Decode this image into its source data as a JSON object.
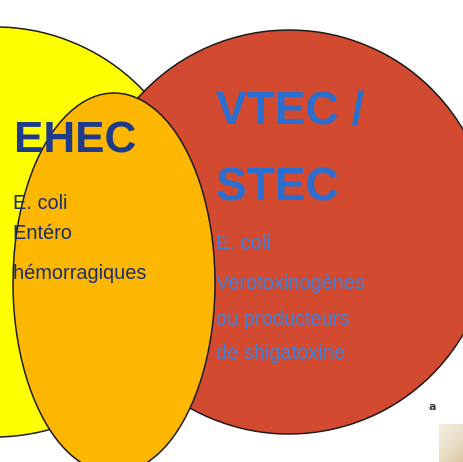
{
  "colors": {
    "yellow_set": "#ffff00",
    "vtec_set": "#d24a2f",
    "ehec_set": "#fdb700",
    "outline": "#1a1a1a",
    "ehec_text": "#1e3a8a",
    "vtec_text": "#2a6fd0"
  },
  "sets": {
    "ehec": {
      "title": "EHEC",
      "lines": [
        "E. coli",
        "Entéro",
        "hémorragiques"
      ]
    },
    "vtec": {
      "title_lines": [
        "VTEC /",
        "STEC"
      ],
      "lines": [
        "E. coli",
        "Verotoxinogènes",
        "ou producteurs",
        "de shigatoxine"
      ]
    }
  },
  "panel_label": "a"
}
